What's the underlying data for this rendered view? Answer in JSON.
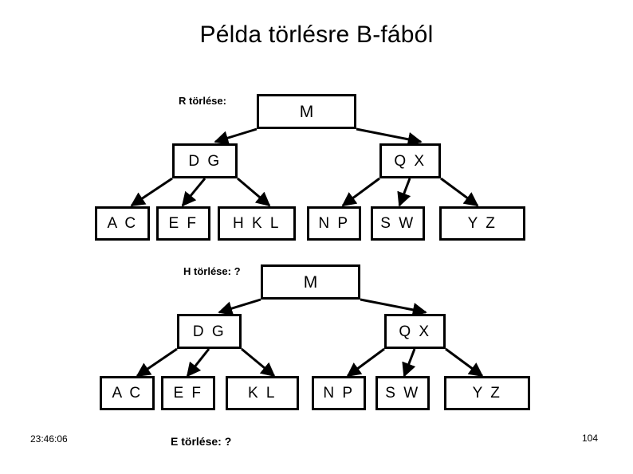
{
  "slide": {
    "title": "Példa törlésre B-fából",
    "timestamp": "23:46:06",
    "page_number": "104",
    "colors": {
      "background": "#ffffff",
      "ink": "#000000",
      "node_border": "#000000"
    }
  },
  "tree1": {
    "operation_label": {
      "key": "R",
      "rest": "törlése:"
    },
    "root": {
      "label": "M"
    },
    "level2": [
      {
        "label": "D G"
      },
      {
        "label": "Q X"
      }
    ],
    "leaves": [
      {
        "label": "A C"
      },
      {
        "label": "E F"
      },
      {
        "label": "H K L"
      },
      {
        "label": "N P"
      },
      {
        "label": "S W"
      },
      {
        "label": "Y Z"
      }
    ]
  },
  "tree2": {
    "operation_label": {
      "key": "H",
      "rest": "törlése: ?"
    },
    "root": {
      "label": "M"
    },
    "level2": [
      {
        "label": "D G"
      },
      {
        "label": "Q X"
      }
    ],
    "leaves": [
      {
        "label": "A C"
      },
      {
        "label": "E F"
      },
      {
        "label": "K L"
      },
      {
        "label": "N P"
      },
      {
        "label": "S W"
      },
      {
        "label": "Y Z"
      }
    ]
  },
  "bottom_label": {
    "key": "E",
    "rest": "törlése: ?"
  }
}
